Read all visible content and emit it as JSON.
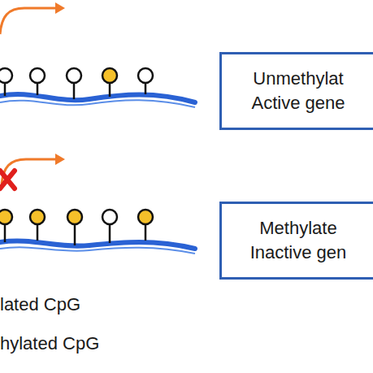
{
  "diagram": {
    "nodes": [
      {
        "text": [
          "Unmethylat Active gene"
        ]
      },
      {
        "text": [
          "Methylate Inactive gen"
        ]
      }
    ],
    "legend": [
      {
        "text": "lated CpG"
      },
      {
        "text": "hylated CpG"
      }
    ]
  }
}
